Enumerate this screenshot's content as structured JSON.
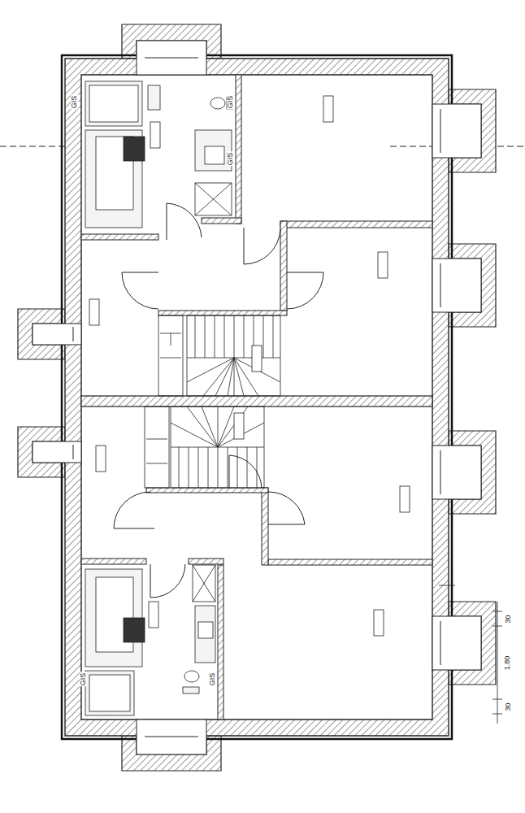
{
  "diagram": {
    "labels": [
      "GIS",
      "GIS",
      "GIS",
      "GIS",
      "GIS",
      "30",
      "1.80",
      "30"
    ]
  }
}
